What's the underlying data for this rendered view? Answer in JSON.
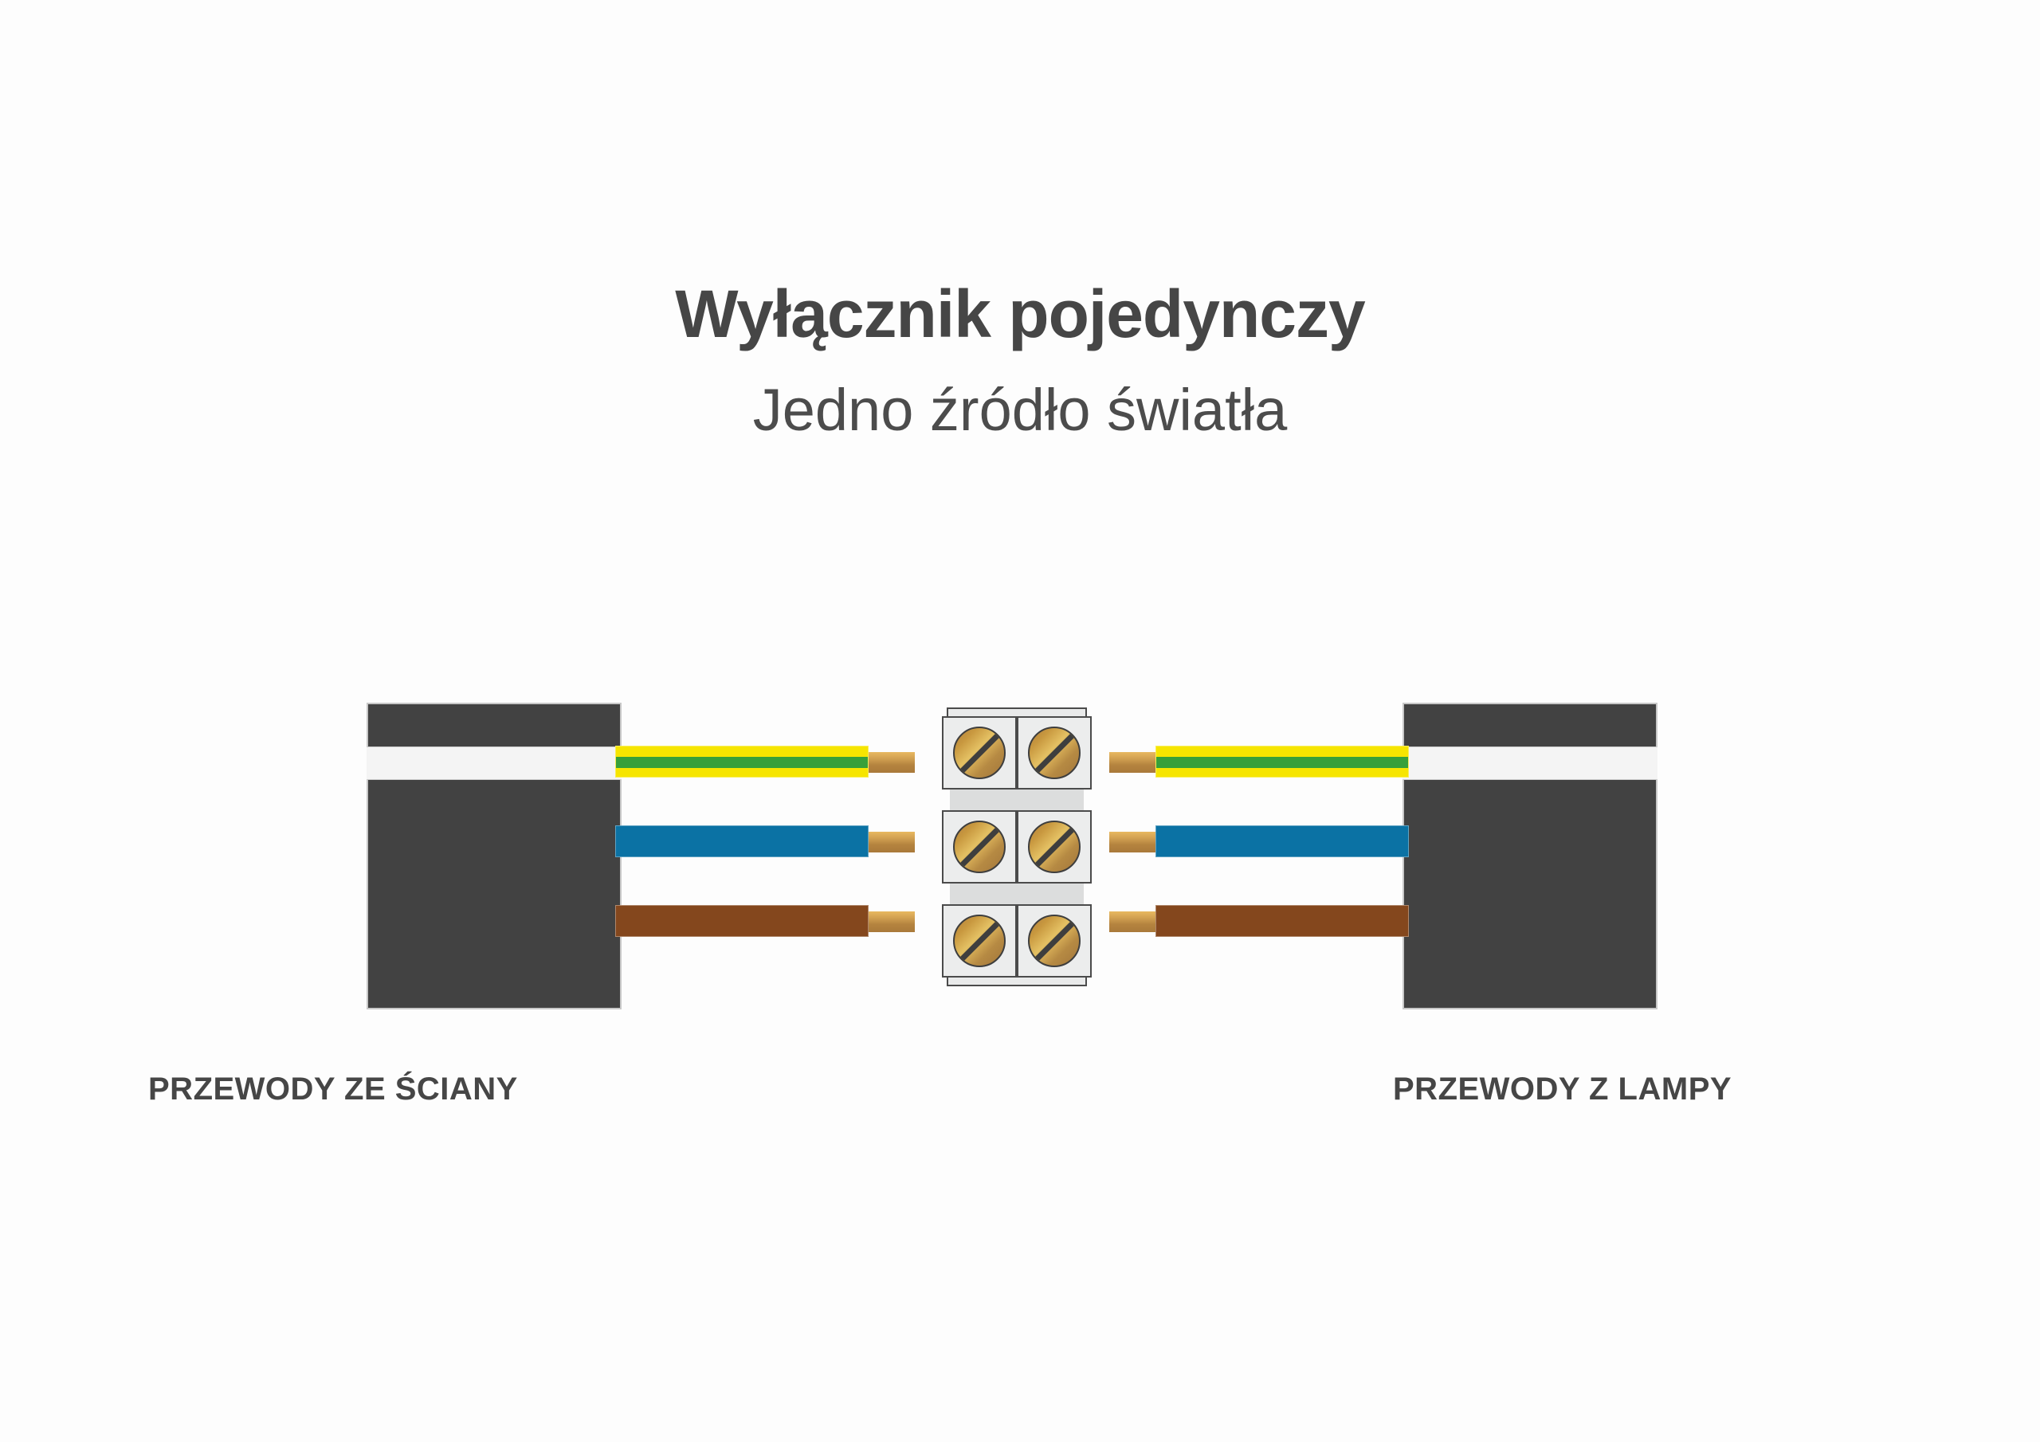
{
  "heading": {
    "title": "Wyłącznik pojedynczy",
    "subtitle": "Jedno źródło światła"
  },
  "captions": {
    "left": "PRZEWODY ZE ŚCIANY",
    "right": "PRZEWODY Z LAMPY"
  },
  "colors": {
    "background": "#fdfdfd",
    "text_dark": "#464646",
    "text_subtitle": "#4c4c4c",
    "block_body": "#424242",
    "block_band": "#f4f4f4",
    "wire_earth_yellow": "#f6e500",
    "wire_earth_green": "#37a03a",
    "wire_neutral_blue": "#0b72a4",
    "wire_live_brown": "#84471d",
    "copper_tip": "#d4a353",
    "terminal_plastic": "#eceded",
    "terminal_outline": "#4b4b4b",
    "screw_brass": "#c8983f"
  },
  "diagram": {
    "blocks": [
      {
        "name": "wall-cable-block",
        "side": "left"
      },
      {
        "name": "lamp-cable-block",
        "side": "right"
      }
    ],
    "wires": [
      {
        "id": "pe",
        "role": "earth",
        "insulation": "green-yellow",
        "row": 1
      },
      {
        "id": "n",
        "role": "neutral",
        "insulation": "blue",
        "row": 2
      },
      {
        "id": "l",
        "role": "live",
        "insulation": "brown",
        "row": 3
      }
    ],
    "terminal_block": {
      "name": "screw-terminal-connector",
      "rows": 3,
      "columns": 2,
      "screw_count": 6,
      "screws": [
        {
          "row": 1,
          "column": "left"
        },
        {
          "row": 1,
          "column": "right"
        },
        {
          "row": 2,
          "column": "left"
        },
        {
          "row": 2,
          "column": "right"
        },
        {
          "row": 3,
          "column": "left"
        },
        {
          "row": 3,
          "column": "right"
        }
      ]
    }
  },
  "icons": {
    "screw": "screw-head-icon",
    "wire_tip": "copper-conductor-icon"
  }
}
